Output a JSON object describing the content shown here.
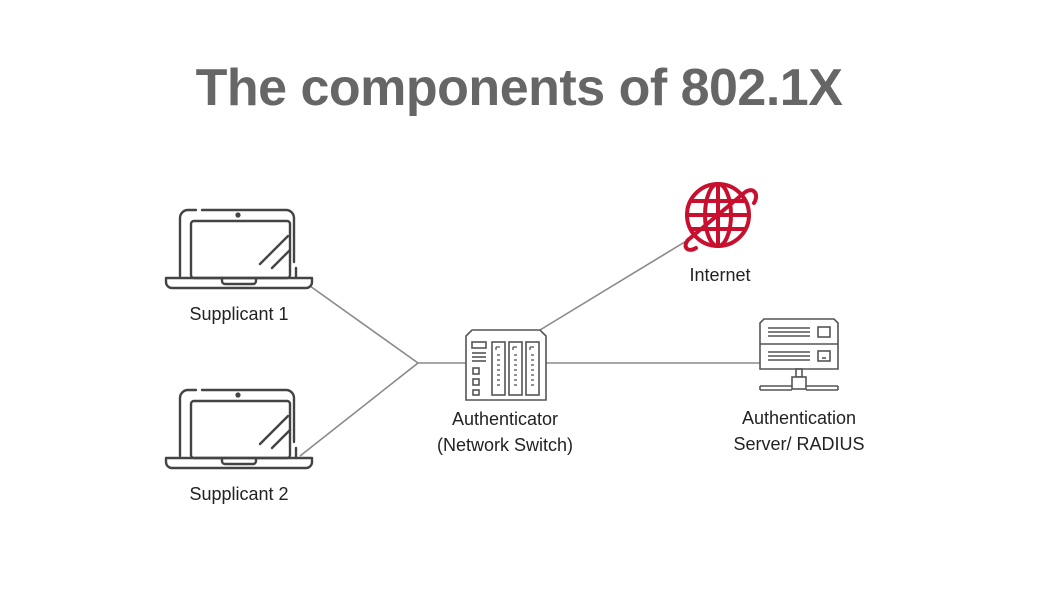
{
  "title": "The components of 802.1X",
  "colors": {
    "title": "#666666",
    "icon_stroke": "#444444",
    "connector": "#8a8a8a",
    "internet_accent": "#c8102e",
    "label": "#222222"
  },
  "nodes": {
    "supplicant1": {
      "label": "Supplicant 1",
      "icon": "laptop-icon"
    },
    "supplicant2": {
      "label": "Supplicant 2",
      "icon": "laptop-icon"
    },
    "authenticator": {
      "label_line1": "Authenticator",
      "label_line2": "(Network Switch)",
      "icon": "network-switch-icon"
    },
    "internet": {
      "label": "Internet",
      "icon": "globe-icon"
    },
    "auth_server": {
      "label_line1": "Authentication",
      "label_line2": "Server/ RADIUS",
      "icon": "server-icon"
    }
  },
  "connections": [
    {
      "from": "supplicant1",
      "to": "authenticator"
    },
    {
      "from": "supplicant2",
      "to": "authenticator"
    },
    {
      "from": "authenticator",
      "to": "internet"
    },
    {
      "from": "authenticator",
      "to": "auth_server"
    }
  ]
}
